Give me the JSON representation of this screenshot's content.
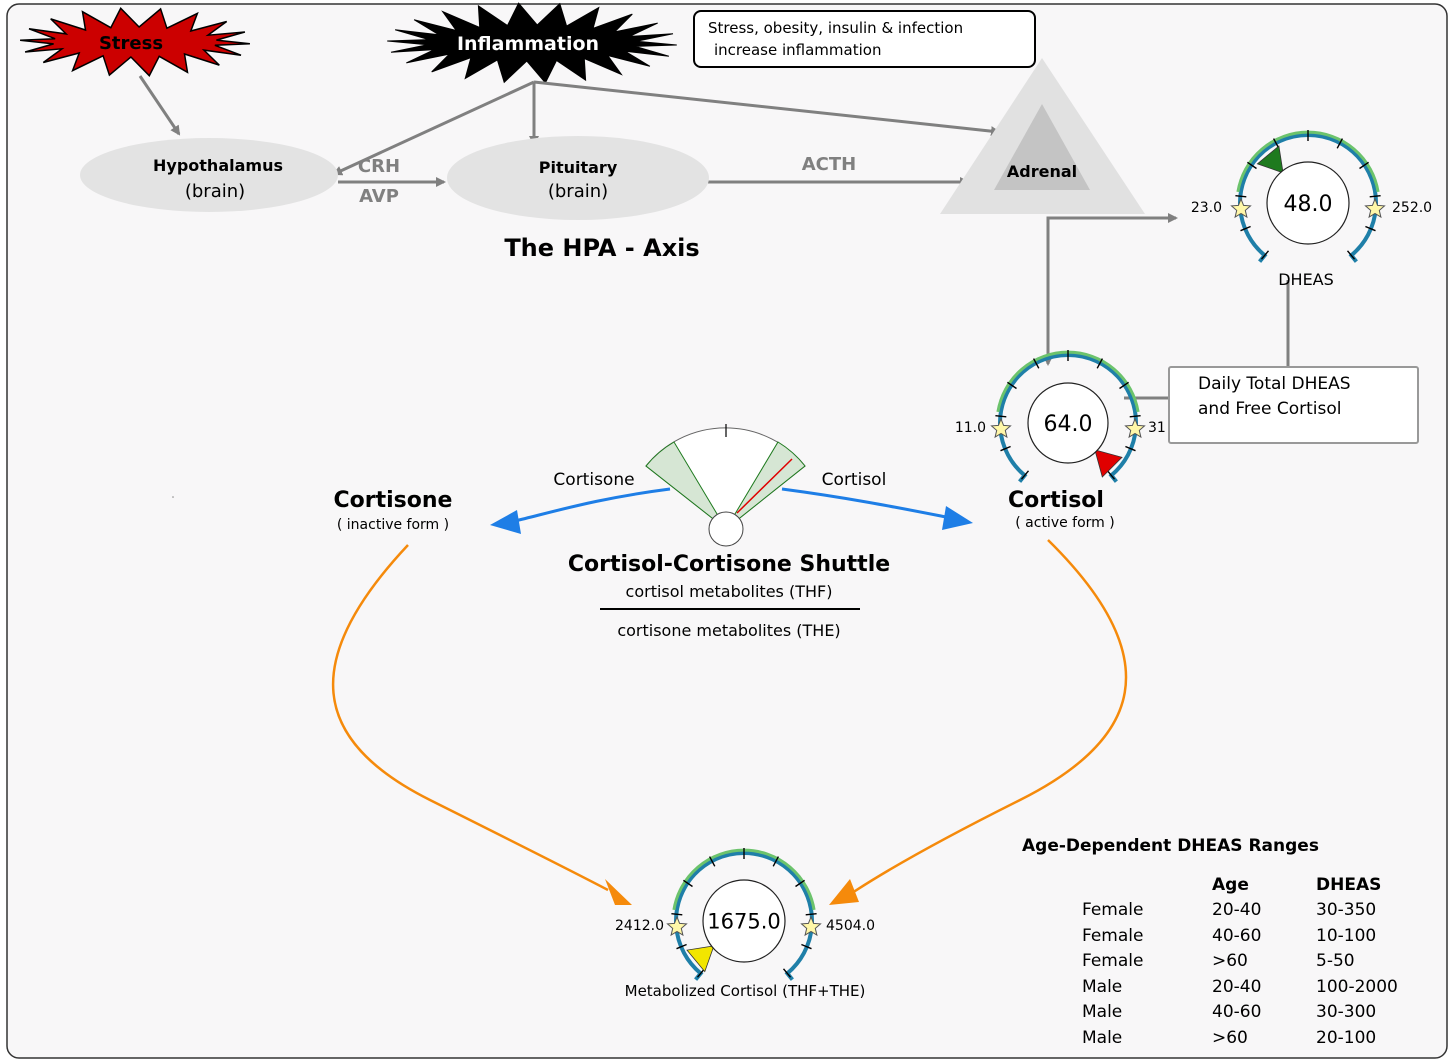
{
  "stress_label": "Stress",
  "inflammation_label": "Inflammation",
  "note_lines": [
    "Stress, obesity, insulin & infection",
    "increase inflammation"
  ],
  "hypothalamus": {
    "title": "Hypothalamus",
    "sub": "(brain)"
  },
  "pituitary": {
    "title": "Pituitary",
    "sub": "(brain)"
  },
  "adrenal_label": "Adrenal",
  "crh_label": "CRH",
  "avp_label": "AVP",
  "acth_label": "ACTH",
  "hpa_title": "The HPA - Axis",
  "dheas_gauge": {
    "value": "48.0",
    "min": "23.0",
    "max": "252.0",
    "label": "DHEAS"
  },
  "cortisol_gauge": {
    "value": "64.0",
    "min": "11.0",
    "max": "31"
  },
  "metab_gauge": {
    "value": "1675.0",
    "min": "2412.0",
    "max": "4504.0",
    "label": "Metabolized Cortisol (THF+THE)"
  },
  "daily_box_lines": [
    "Daily Total DHEAS",
    "and Free Cortisol"
  ],
  "cortisone": {
    "title": "Cortisone",
    "sub": "( inactive form )",
    "shuttle_label": "Cortisone"
  },
  "cortisol": {
    "title": "Cortisol",
    "sub": "( active form )",
    "shuttle_label": "Cortisol"
  },
  "shuttle": {
    "title": "Cortisol-Cortisone Shuttle",
    "numerator": "cortisol metabolites (THF)",
    "denominator": "cortisone metabolites (THE)"
  },
  "ranges": {
    "title": "Age-Dependent DHEAS Ranges",
    "headers": [
      "Age",
      "DHEAS"
    ],
    "rows": [
      [
        "Female",
        "20-40",
        "30-350"
      ],
      [
        "Female",
        "40-60",
        "10-100"
      ],
      [
        "Female",
        ">60",
        "5-50"
      ],
      [
        "Male",
        "20-40",
        "100-2000"
      ],
      [
        "Male",
        "40-60",
        "30-300"
      ],
      [
        "Male",
        ">60",
        "20-100"
      ]
    ]
  },
  "colors": {
    "stress": "#cc0000",
    "inflammation": "#000000",
    "gray_arrow": "#808080",
    "blue_arrow": "#1e7ee6",
    "orange_arrow": "#f58a0b",
    "gauge_ring": "#1f7fa8",
    "gauge_band": "#6cc36c",
    "pointer_green": "#1e7a1e",
    "pointer_red": "#e00000",
    "pointer_yellow": "#f2e600"
  }
}
